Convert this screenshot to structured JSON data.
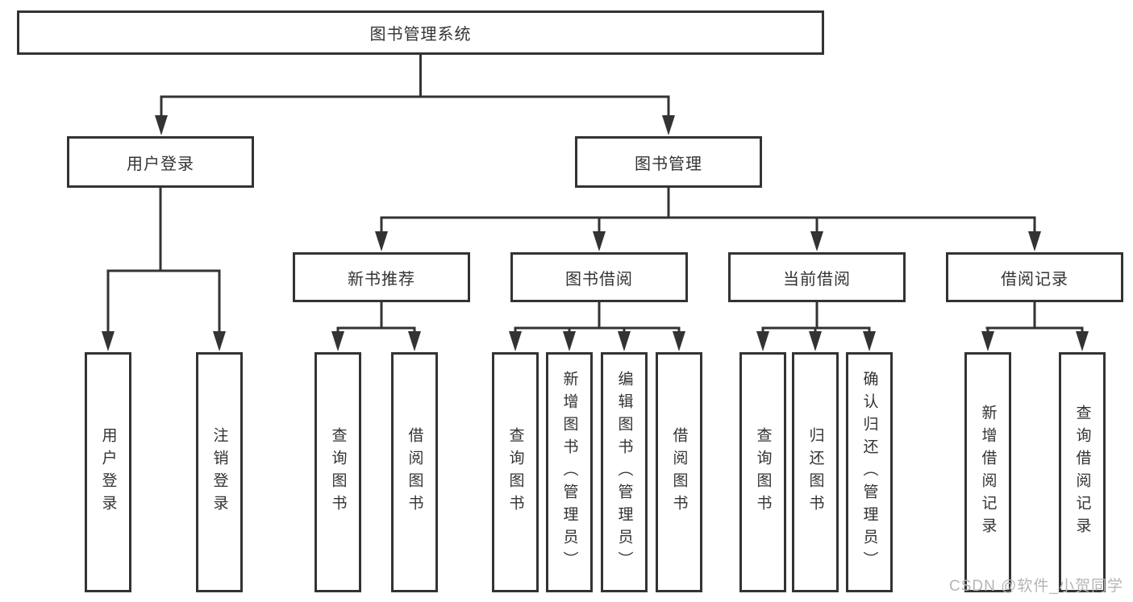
{
  "nodes": {
    "root": "图书管理系统",
    "user_login_branch": "用户登录",
    "book_mgmt_branch": "图书管理",
    "user_login_children": [
      "用户登录",
      "注销登录"
    ],
    "modules": [
      {
        "label": "新书推荐",
        "children": [
          "查询图书",
          "借阅图书"
        ]
      },
      {
        "label": "图书借阅",
        "children": [
          "查询图书",
          "新增图书（管理员）",
          "编辑图书（管理员）",
          "借阅图书"
        ]
      },
      {
        "label": "当前借阅",
        "children": [
          "查询图书",
          "归还图书",
          "确认归还（管理员）"
        ]
      },
      {
        "label": "借阅记录",
        "children": [
          "新增借阅记录",
          "查询借阅记录"
        ]
      }
    ]
  },
  "colors": {
    "line": "#333333",
    "box_border": "#333333",
    "box_fill": "#ffffff",
    "text": "#333333",
    "watermark": "#b5b5b5"
  },
  "watermark": "CSDN @软件_小贺同学"
}
